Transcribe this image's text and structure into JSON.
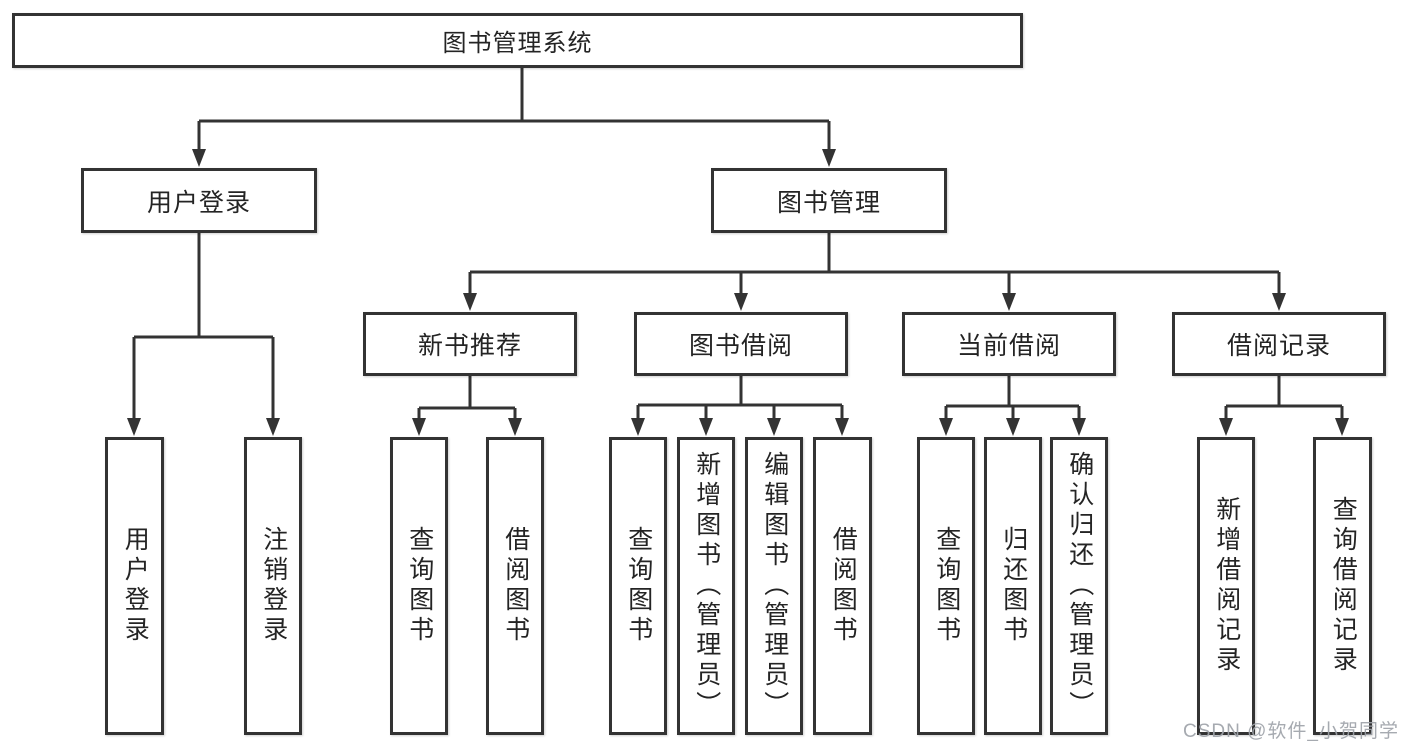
{
  "diagram": {
    "root": {
      "label": "图书管理系统"
    },
    "branches": [
      {
        "label": "用户登录",
        "children": [
          {
            "label": "用户登录"
          },
          {
            "label": "注销登录"
          }
        ]
      },
      {
        "label": "图书管理",
        "children": [
          {
            "label": "新书推荐",
            "children": [
              {
                "label": "查询图书"
              },
              {
                "label": "借阅图书"
              }
            ]
          },
          {
            "label": "图书借阅",
            "children": [
              {
                "label": "查询图书"
              },
              {
                "label": "新增图书（管理员）"
              },
              {
                "label": "编辑图书（管理员）"
              },
              {
                "label": "借阅图书"
              }
            ]
          },
          {
            "label": "当前借阅",
            "children": [
              {
                "label": "查询图书"
              },
              {
                "label": "归还图书"
              },
              {
                "label": "确认归还（管理员）"
              }
            ]
          },
          {
            "label": "借阅记录",
            "children": [
              {
                "label": "新增借阅记录"
              },
              {
                "label": "查询借阅记录"
              }
            ]
          }
        ]
      }
    ]
  },
  "watermark": {
    "text": "CSDN @软件_小贺同学"
  },
  "colors": {
    "line": "#333333",
    "border": "#333333",
    "text": "#242424",
    "watermark": "#9ea3a9",
    "background": "#ffffff"
  }
}
